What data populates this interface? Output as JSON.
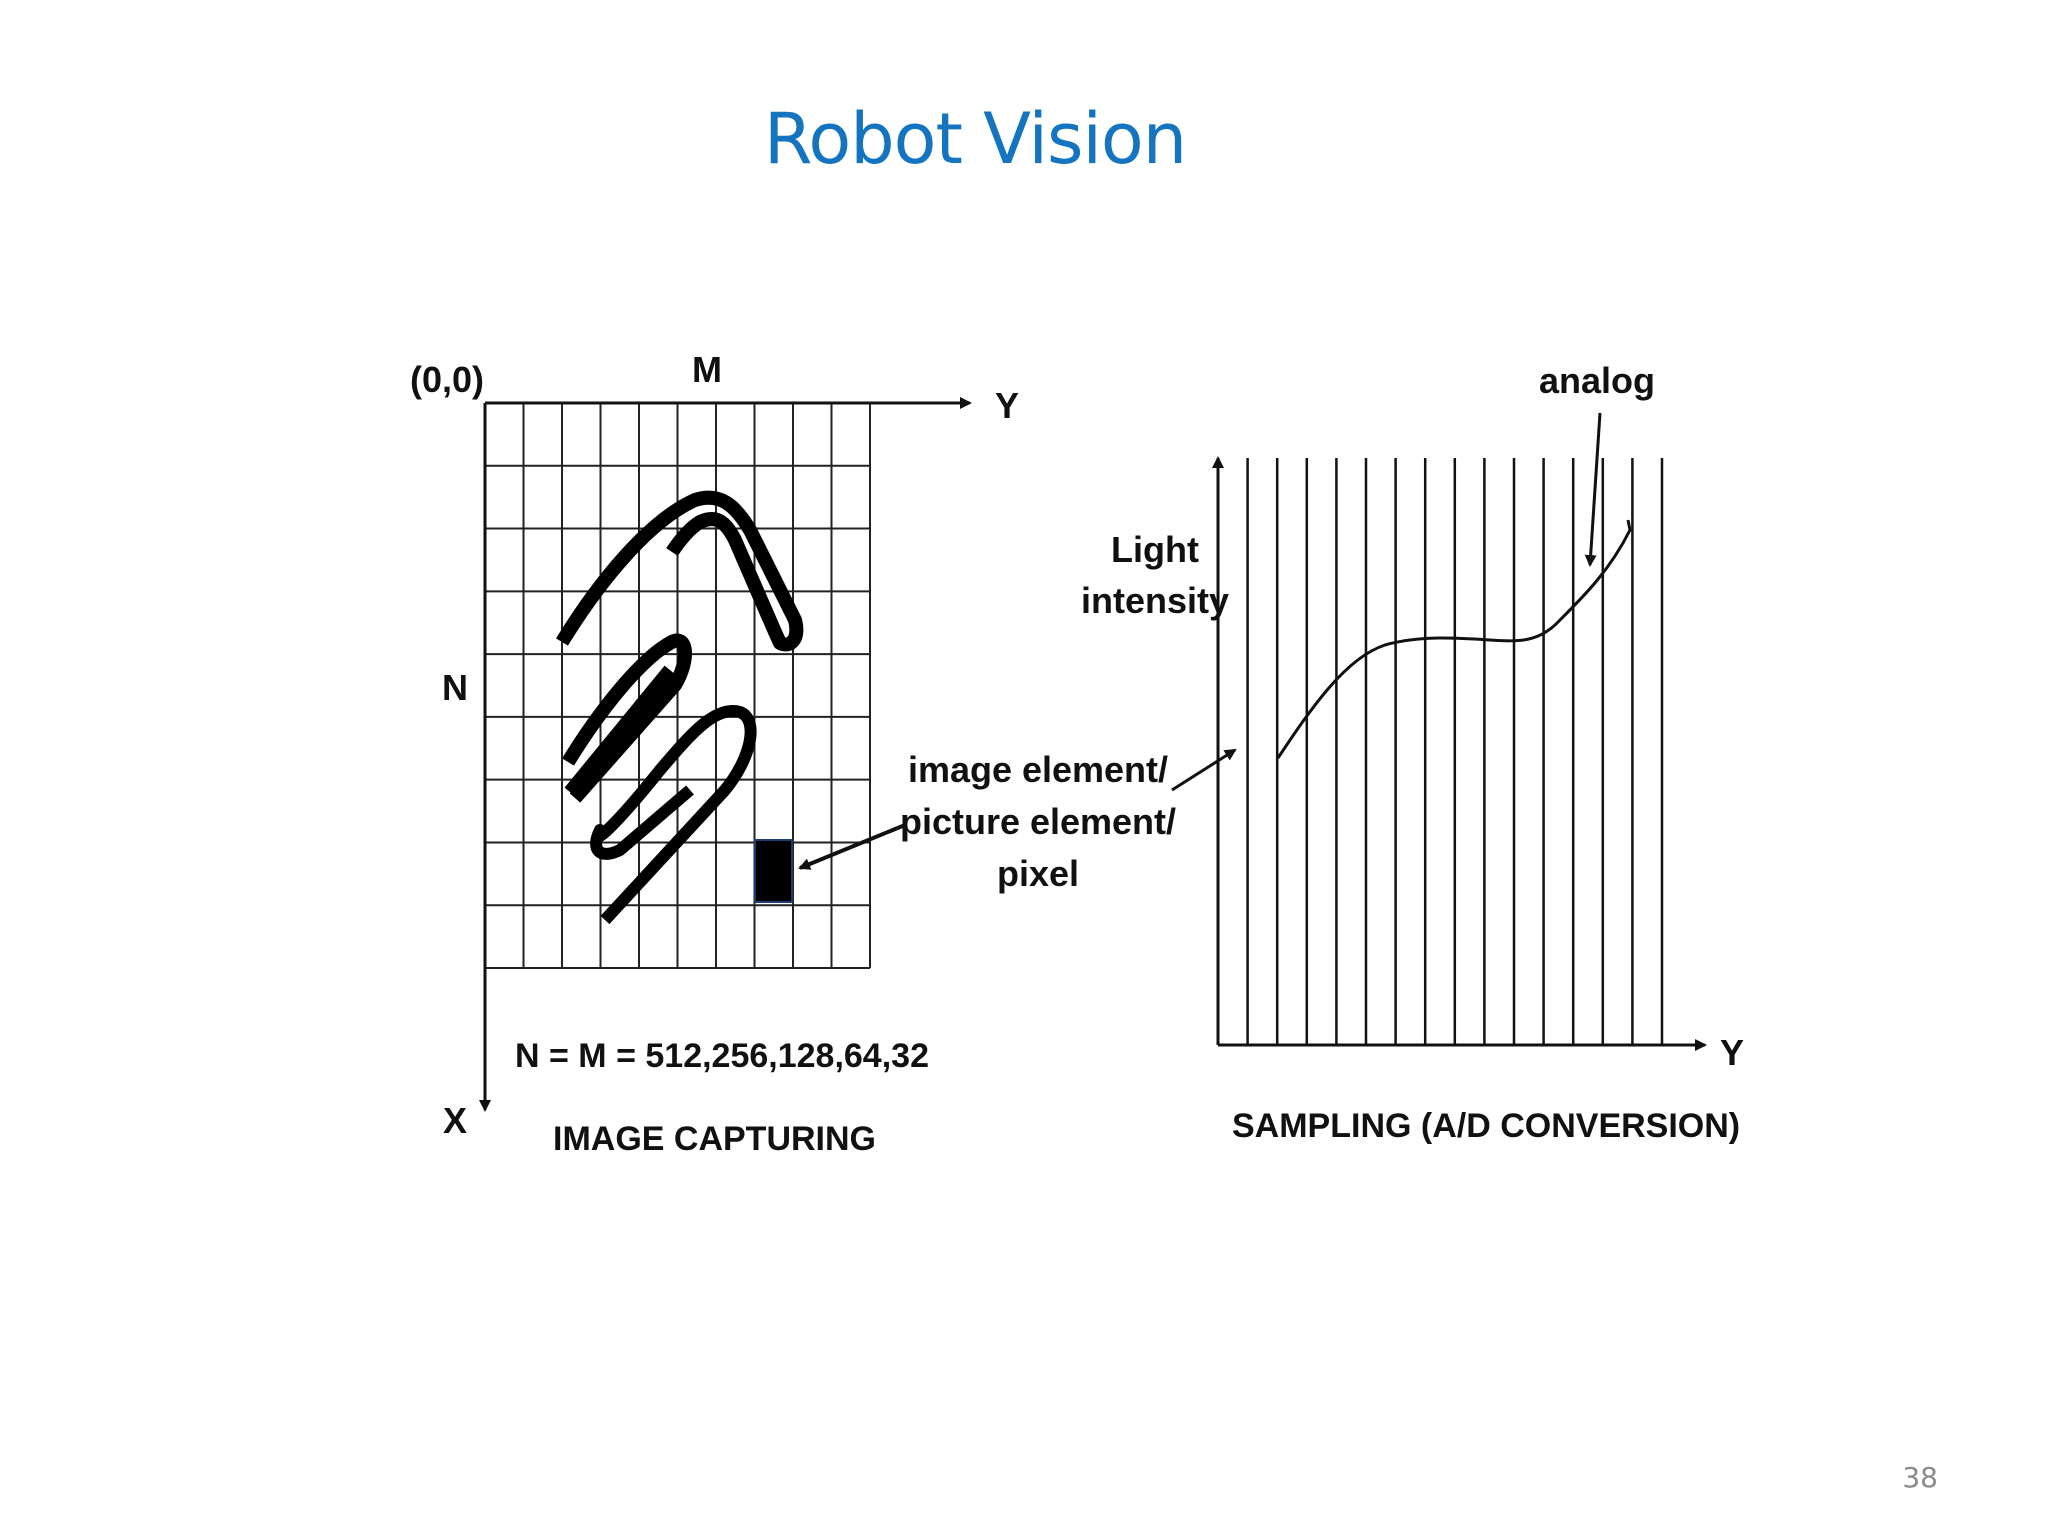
{
  "slide": {
    "title": "Robot Vision",
    "page_number": "38"
  },
  "image_capturing": {
    "origin_label": "(0,0)",
    "columns_label": "M",
    "rows_label": "N",
    "y_axis_label": "Y",
    "x_axis_label": "X",
    "resolution_text": "N = M = 512,256,128,64,32",
    "caption": "IMAGE CAPTURING"
  },
  "pixel_callout": {
    "lines": [
      "image element/",
      "picture element/",
      "pixel"
    ]
  },
  "sampling": {
    "y_axis_label": "Light",
    "y_axis_label_line2": "intensity",
    "x_axis_label": "Y",
    "curve_label": "analog",
    "caption": "SAMPLING (A/D CONVERSION)"
  }
}
